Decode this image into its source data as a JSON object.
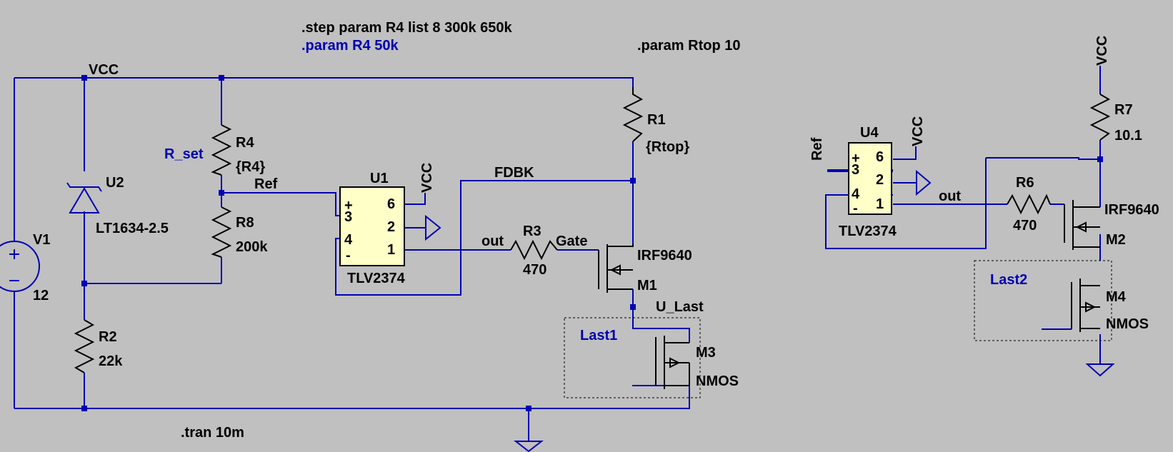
{
  "directives": {
    "step": ".step param R4 list 8 300k 650k",
    "param_r4": ".param R4 50k",
    "param_rtop": ".param Rtop 10",
    "tran": ".tran 10m"
  },
  "nets": {
    "vcc_main": "VCC",
    "vcc_u1": "VCC",
    "vcc_u4": "VCC",
    "vcc_r7": "VCC",
    "r_set": "R_set",
    "ref1": "Ref",
    "ref2": "Ref",
    "fdbk": "FDBK",
    "out1": "out",
    "out2": "out",
    "gate": "Gate",
    "u_last": "U_Last"
  },
  "components": {
    "v1": {
      "name": "V1",
      "value": "12"
    },
    "u2": {
      "name": "U2",
      "value": "LT1634-2.5"
    },
    "r2": {
      "name": "R2",
      "value": "22k"
    },
    "r4": {
      "name": "R4",
      "value": "{R4}"
    },
    "r8": {
      "name": "R8",
      "value": "200k"
    },
    "u1": {
      "name": "U1",
      "value": "TLV2374"
    },
    "r1": {
      "name": "R1",
      "value": "{Rtop}"
    },
    "r3": {
      "name": "R3",
      "value": "470"
    },
    "m1": {
      "name": "M1",
      "value": "IRF9640"
    },
    "m3": {
      "name": "M3",
      "value": "NMOS"
    },
    "u4": {
      "name": "U4",
      "value": "TLV2374"
    },
    "r6": {
      "name": "R6",
      "value": "470"
    },
    "r7": {
      "name": "R7",
      "value": "10.1"
    },
    "m2": {
      "name": "M2",
      "value": "IRF9640"
    },
    "m4": {
      "name": "M4",
      "value": "NMOS"
    }
  },
  "groups": {
    "last1": "Last1",
    "last2": "Last2"
  },
  "pins": {
    "plus": "+",
    "minus": "-",
    "p3": "3",
    "p4": "4",
    "p6": "6",
    "p2": "2",
    "p1": "1"
  }
}
